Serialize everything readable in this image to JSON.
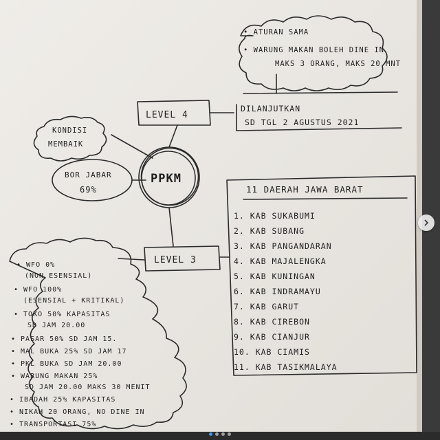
{
  "center": {
    "label": "PPKM"
  },
  "cloud_top": {
    "items": [
      "• ATURAN SAMA",
      "• WARUNG MAKAN BOLEH DINE IN",
      "MAKS 3 ORANG, MAKS 20 MNT"
    ]
  },
  "level4": {
    "label": "LEVEL 4",
    "note_line1": "DILANJUTKAN",
    "note_line2": "SD TGL 2 AGUSTUS 2021"
  },
  "kondisi": {
    "line1": "KONDISI",
    "line2": "MEMBAIK"
  },
  "bor": {
    "line1": "BOR JABAR",
    "line2": "69%"
  },
  "level3": {
    "label": "LEVEL 3"
  },
  "jabar_list": {
    "title": "11 DAERAH JAWA BARAT",
    "items": [
      "1. KAB SUKABUMI",
      "2. KAB SUBANG",
      "3. KAB PANGANDARAN",
      "4. KAB MAJALENGKA",
      "5. KAB KUNINGAN",
      "6. KAB INDRAMAYU",
      "7. KAB GARUT",
      "8. KAB CIREBON",
      "9. KAB CIANJUR",
      "10. KAB CIAMIS",
      "11. KAB TASIKMALAYA"
    ]
  },
  "level3_rules": {
    "items": [
      "• WFO 0%",
      "(NON ESENSIAL)",
      "• WFO 100%",
      "(ESENSIAL + KRITIKAL)",
      "• TOKO 50% KAPASITAS",
      "SD JAM 20.00",
      "• PASAR 50% SD JAM 15.",
      "• MAL BUKA 25% SD JAM 17",
      "• PKL BUKA SD JAM 20.00",
      "• WARUNG MAKAN 25%",
      "SD JAM 20.00 MAKS 30 MENIT",
      "• IBADAH 25% KAPASITAS",
      "• NIKAH 20 ORANG, NO DINE IN",
      "• TRANSPORTASI 75%"
    ]
  },
  "carousel": {
    "dot_count": 4,
    "active_index": 0
  }
}
